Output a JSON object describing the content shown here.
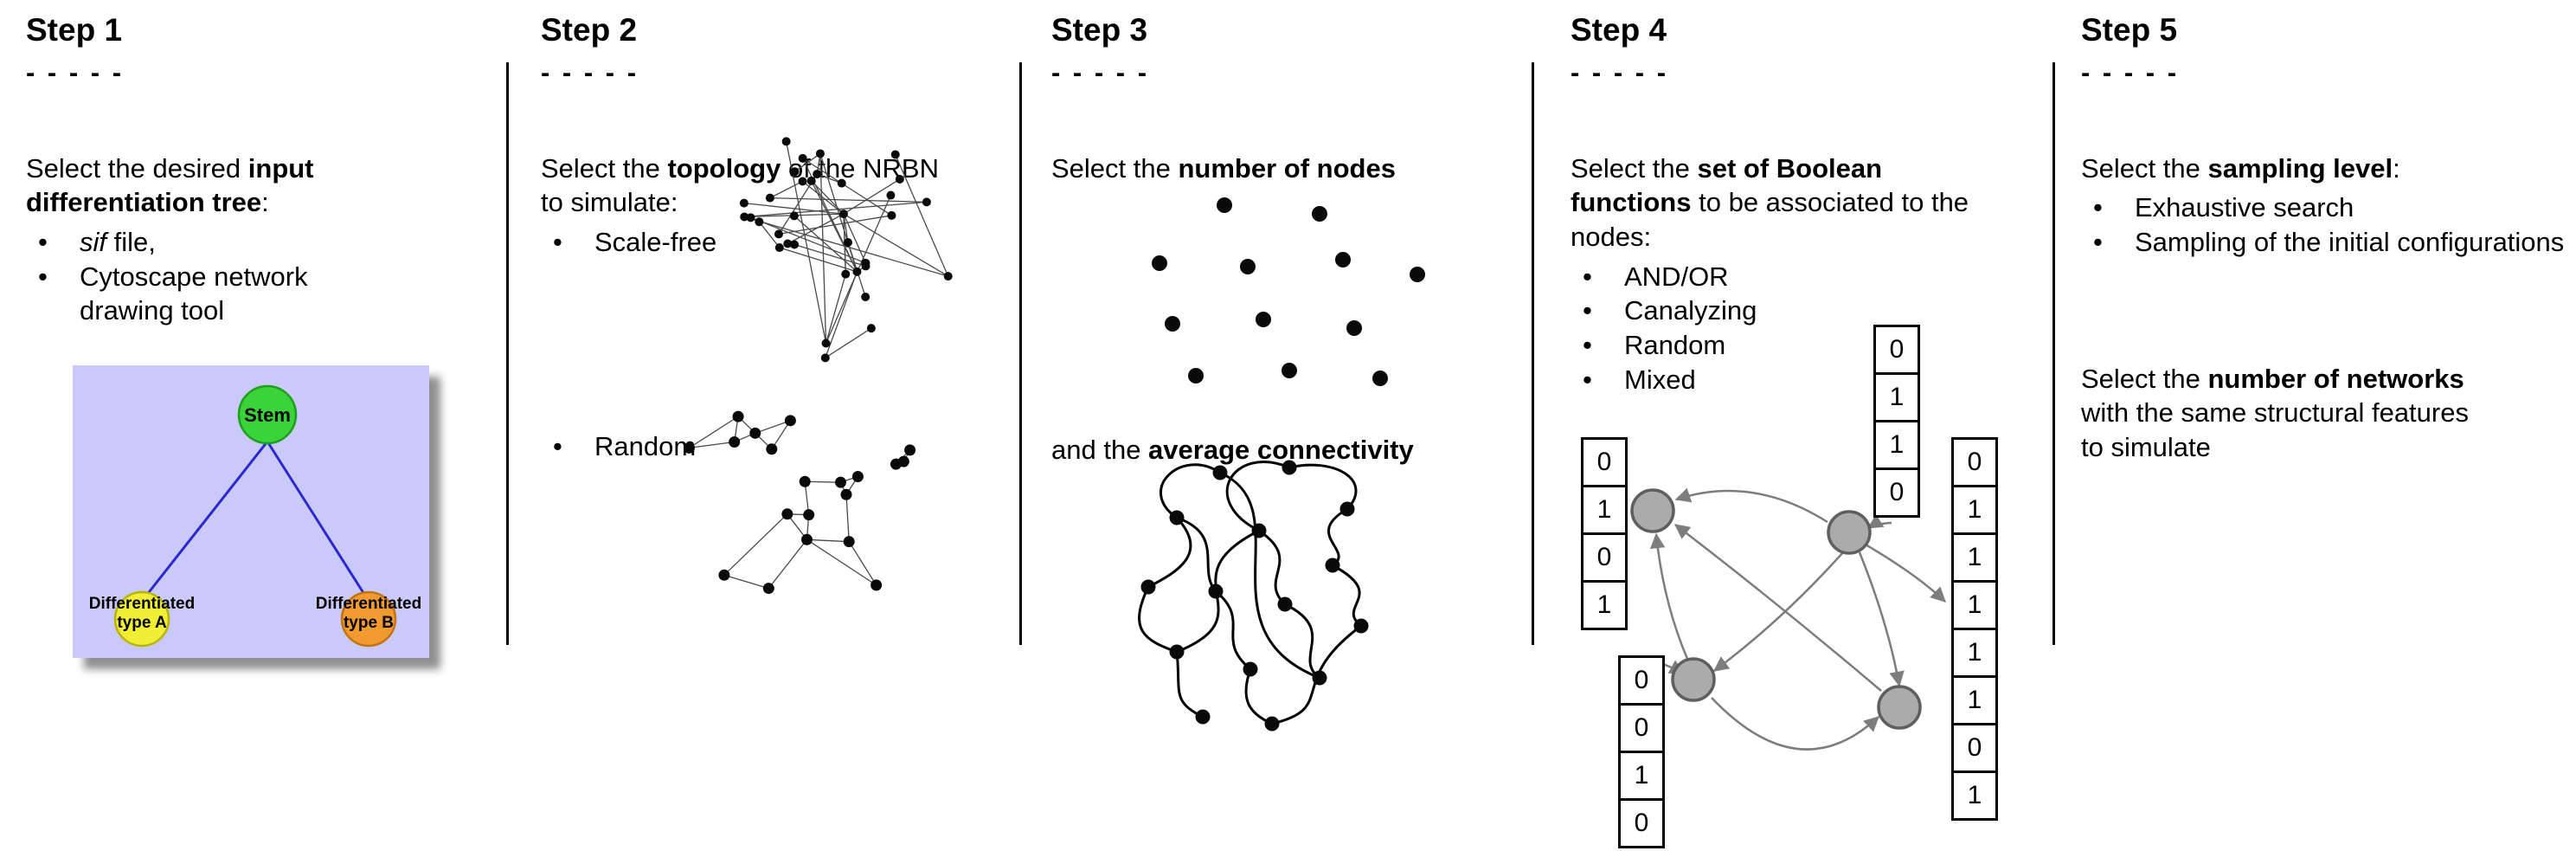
{
  "bullet_glyph": "•",
  "steps": [
    {
      "title": "Step 1",
      "dashes": "- - - - -",
      "text": {
        "pre": "Select the desired ",
        "bold": "input differentiation tree",
        "post": ":"
      },
      "bullets": [
        {
          "italic": "sif",
          "rest": " file,"
        },
        {
          "rest": "Cytoscape network drawing tool"
        }
      ],
      "tree": {
        "stem_label": "Stem",
        "type_a_line1": "Differentiated",
        "type_a_line2": "type A",
        "type_b_line1": "Differentiated",
        "type_b_line2": "type B",
        "bg_color": "#c9c9fa",
        "stem_color": "#3ad43a",
        "type_a_color": "#f0ee35",
        "type_b_color": "#f09a30",
        "edge_color": "#2929cf"
      }
    },
    {
      "title": "Step 2",
      "dashes": "- - - - -",
      "text": {
        "pre": "Select the ",
        "bold": "topology",
        "post": " of the NRBN to simulate:"
      },
      "bullets": [
        {
          "rest": "Scale-free"
        },
        {
          "rest": "Random"
        }
      ]
    },
    {
      "title": "Step 3",
      "dashes": "- - - - -",
      "text": {
        "pre": "Select the ",
        "bold": "number of nodes",
        "post": ""
      },
      "text2": {
        "pre": "and the ",
        "bold": "average connectivity",
        "post": ""
      }
    },
    {
      "title": "Step 4",
      "dashes": "- - - - -",
      "text": {
        "pre": "Select the ",
        "bold": "set of Boolean functions",
        "post": " to be associated to the nodes:"
      },
      "bullets": [
        {
          "rest": "AND/OR"
        },
        {
          "rest": "Canalyzing"
        },
        {
          "rest": "Random"
        },
        {
          "rest": "Mixed"
        }
      ],
      "node_color": "#ababab",
      "tables": {
        "left": [
          "0",
          "1",
          "0",
          "1"
        ],
        "top": [
          "0",
          "1",
          "1",
          "0"
        ],
        "bottom_left": [
          "0",
          "0",
          "1",
          "0"
        ],
        "right": [
          "0",
          "1",
          "1",
          "1",
          "1",
          "1",
          "0",
          "1"
        ]
      }
    },
    {
      "title": "Step 5",
      "dashes": "- - - - -",
      "text": {
        "pre": "Select the ",
        "bold": "sampling level",
        "post": ":"
      },
      "bullets": [
        {
          "rest": "Exhaustive search"
        },
        {
          "rest": "Sampling of the initial configurations"
        }
      ],
      "text2": {
        "pre": "Select the ",
        "bold": "number of networks",
        "post": " with the same structural features to simulate"
      }
    }
  ]
}
